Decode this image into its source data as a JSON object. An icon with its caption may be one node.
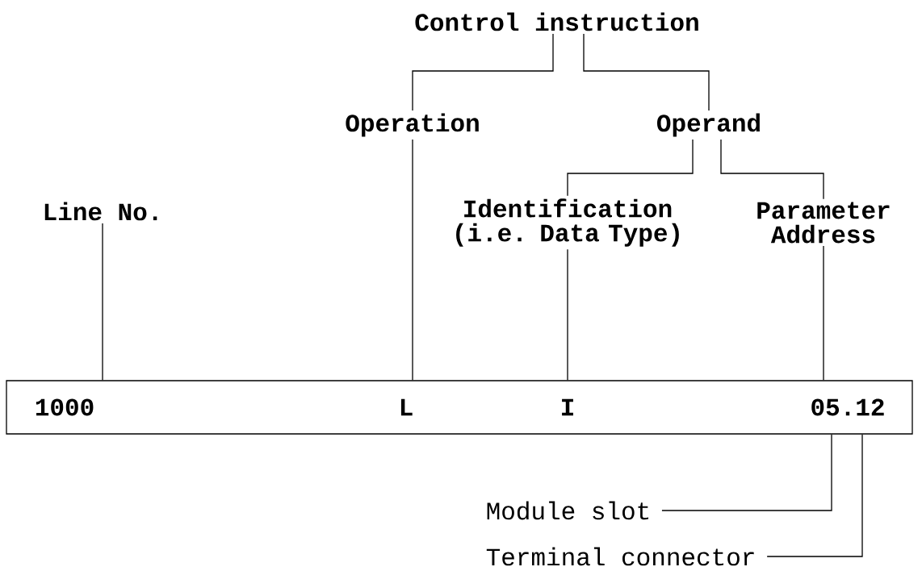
{
  "diagram": {
    "nodes": [
      {
        "text": [
          "Control instruction"
        ]
      },
      {
        "text": [
          "Operation"
        ]
      },
      {
        "text": [
          "Operand"
        ]
      },
      {
        "text": [
          "Line No."
        ]
      },
      {
        "text": [
          "Identification (i.e. Data Type)"
        ]
      },
      {
        "text": [
          "Parameter Address"
        ]
      },
      {
        "text": [],
        "shape": "box"
      },
      {
        "text": [
          "1000"
        ],
        "in": 6
      },
      {
        "text": [
          "L"
        ],
        "in": 6
      },
      {
        "text": [
          "I"
        ],
        "in": 6
      },
      {
        "text": [
          "05.12"
        ],
        "in": 6
      },
      {
        "text": [
          "Module slot"
        ]
      },
      {
        "text": [
          "Terminal connector"
        ]
      }
    ],
    "edges": [
      {
        "from": 0,
        "to": 1,
        "arrow": "none"
      },
      {
        "from": 0,
        "to": 2,
        "arrow": "none"
      },
      {
        "from": 1,
        "to": 8,
        "arrow": "none"
      },
      {
        "from": 2,
        "to": 4,
        "arrow": "none"
      },
      {
        "from": 2,
        "to": 5,
        "arrow": "none"
      },
      {
        "from": 3,
        "to": 7,
        "arrow": "none"
      },
      {
        "from": 4,
        "to": 9,
        "arrow": "none"
      },
      {
        "from": 5,
        "to": 10,
        "arrow": "none"
      },
      {
        "from": 11,
        "to": 10,
        "arrow": "none"
      },
      {
        "from": 12,
        "to": 10,
        "arrow": "none"
      }
    ]
  }
}
